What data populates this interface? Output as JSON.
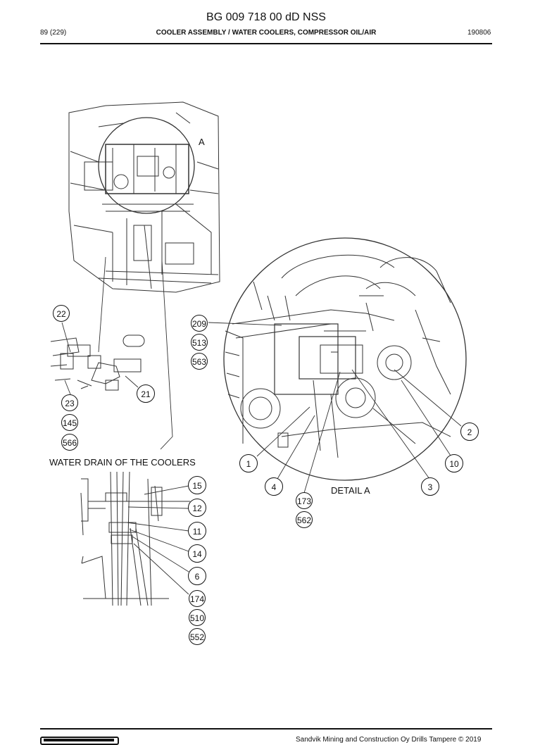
{
  "header": {
    "doc_title": "BG 009 718 00 dD NSS",
    "page_ref": "89 (229)",
    "section_title": "COOLER ASSEMBLY / WATER COOLERS, COMPRESSOR OIL/AIR",
    "doc_date": "190806"
  },
  "figure": {
    "detail_marker": "A",
    "detail_caption": "DETAIL  A",
    "drain_caption": "WATER DRAIN OF THE COOLERS"
  },
  "callouts": {
    "c22": "22",
    "c23": "23",
    "c145": "145",
    "c566": "566",
    "c21": "21",
    "c209": "209",
    "c513": "513",
    "c563": "563",
    "c1": "1",
    "c4": "4",
    "c173": "173",
    "c562": "562",
    "c3": "3",
    "c10": "10",
    "c2": "2",
    "c15": "15",
    "c12": "12",
    "c11": "11",
    "c14": "14",
    "c6": "6",
    "c174": "174",
    "c510": "510",
    "c552": "552"
  },
  "footer": {
    "copyright": "Sandvik Mining and Construction Oy Drills Tampere © 2019"
  }
}
